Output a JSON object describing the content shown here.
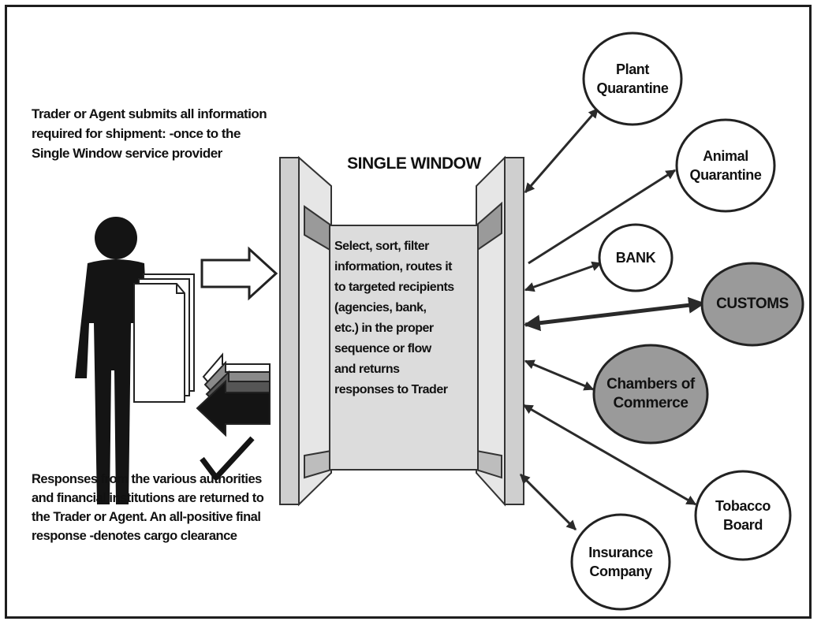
{
  "diagram": {
    "window_title": "SINGLE WINDOW",
    "intro_text": "Trader or Agent submits all information required for shipment: -once to the Single Window service provider",
    "panel_text": "Select, sort, filter\ninformation, routes it\nto targeted recipients\n(agencies, bank,\netc.) in the proper\nsequence or flow\nand returns\nresponses to Trader",
    "responses_text": "Responses from the various authorities and financial institutions are returned to the Trader or Agent. An all-positive final response -denotes cargo clearance",
    "agencies": [
      {
        "id": "plant-quarantine",
        "label": "Plant\nQuarantine",
        "highlighted": false
      },
      {
        "id": "animal-quarantine",
        "label": "Animal\nQuarantine",
        "highlighted": false
      },
      {
        "id": "bank",
        "label": "BANK",
        "highlighted": false
      },
      {
        "id": "customs",
        "label": "CUSTOMS",
        "highlighted": true
      },
      {
        "id": "chambers-of-commerce",
        "label": "Chambers of\nCommerce",
        "highlighted": true
      },
      {
        "id": "tobacco-board",
        "label": "Tobacco\nBoard",
        "highlighted": false
      },
      {
        "id": "insurance-company",
        "label": "Insurance\nCompany",
        "highlighted": false
      }
    ],
    "colors": {
      "highlight_fill": "#9a9a9a",
      "frame_fill": "#d6d6d6",
      "panel_fill": "#dcdcdc",
      "figure_fill": "#141414"
    }
  }
}
